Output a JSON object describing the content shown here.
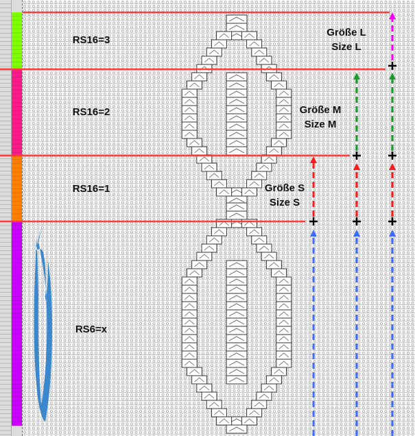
{
  "sections": [
    {
      "label": "RS16=3",
      "color": "#80ff00"
    },
    {
      "label": "RS16=2",
      "color": "#ff1a8c"
    },
    {
      "label": "RS16=1",
      "color": "#ff8000"
    },
    {
      "label": "RS6=x",
      "color": "#cc00ff"
    }
  ],
  "sizes": {
    "L": {
      "de": "Größe L",
      "en": "Size L"
    },
    "M": {
      "de": "Größe M",
      "en": "Size M"
    },
    "S": {
      "de": "Größe S",
      "en": "Size S"
    }
  },
  "colors": {
    "divider": "#ff3b3b",
    "arrow_blue": "#3d6bff",
    "arrow_red": "#ff1a1a",
    "arrow_green": "#1a9c2a",
    "arrow_magenta": "#ff00ff",
    "spiral": "#3c88cc"
  }
}
